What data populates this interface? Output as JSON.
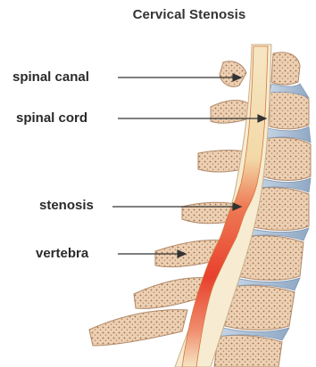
{
  "title": "Cervical Stenosis",
  "labels": {
    "spinal_canal": "spinal canal",
    "spinal_cord": "spinal cord",
    "stenosis": "stenosis",
    "vertebra": "vertebra"
  },
  "colors": {
    "bone": "#e9c8a8",
    "bone_dots": "#a06a45",
    "disc": "#9fb6cf",
    "cord": "#f2dcae",
    "stenosis": "#e8412e",
    "arrow": "#333333"
  }
}
